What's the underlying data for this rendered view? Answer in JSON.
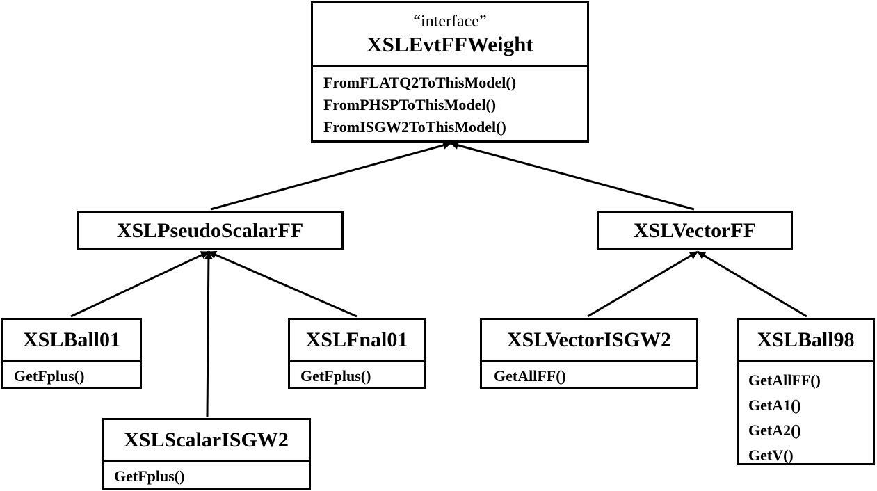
{
  "interface": {
    "stereotype": "“interface”",
    "name": "XSLEvtFFWeight",
    "methods": [
      "FromFLATQ2ToThisModel()",
      "FromPHSPToThisModel()",
      "FromISGW2ToThisModel()"
    ]
  },
  "pseudoscalar": {
    "name": "XSLPseudoScalarFF"
  },
  "vector": {
    "name": "XSLVectorFF"
  },
  "ball01": {
    "name": "XSLBall01",
    "methods": [
      "GetFplus()"
    ]
  },
  "fnal01": {
    "name": "XSLFnal01",
    "methods": [
      "GetFplus()"
    ]
  },
  "scalarisgw2": {
    "name": "XSLScalarISGW2",
    "methods": [
      "GetFplus()"
    ]
  },
  "vectorisgw2": {
    "name": "XSLVectorISGW2",
    "methods": [
      "GetAllFF()"
    ]
  },
  "ball98": {
    "name": "XSLBall98",
    "methods": [
      "GetAllFF()",
      "GetA1()",
      "GetA2()",
      "GetV()"
    ]
  },
  "edges": [
    {
      "from": "XSLPseudoScalarFF",
      "to": "XSLEvtFFWeight",
      "type": "generalization"
    },
    {
      "from": "XSLVectorFF",
      "to": "XSLEvtFFWeight",
      "type": "generalization"
    },
    {
      "from": "XSLBall01",
      "to": "XSLPseudoScalarFF",
      "type": "generalization"
    },
    {
      "from": "XSLScalarISGW2",
      "to": "XSLPseudoScalarFF",
      "type": "generalization"
    },
    {
      "from": "XSLFnal01",
      "to": "XSLPseudoScalarFF",
      "type": "generalization"
    },
    {
      "from": "XSLVectorISGW2",
      "to": "XSLVectorFF",
      "type": "generalization"
    },
    {
      "from": "XSLBall98",
      "to": "XSLVectorFF",
      "type": "generalization"
    }
  ],
  "colors": {
    "line": "#000000",
    "background": "#ffffff"
  }
}
